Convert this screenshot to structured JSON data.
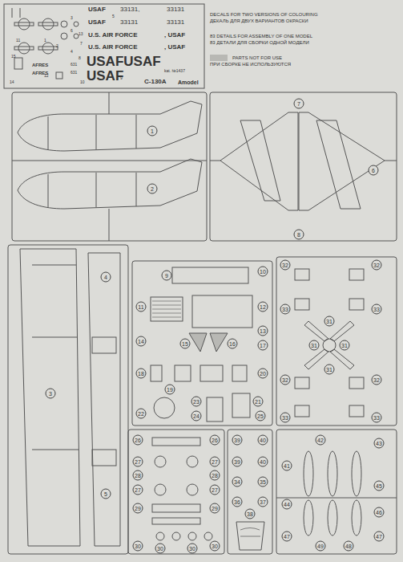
{
  "diagram": {
    "labels": [
      "USAF",
      "33131,",
      "33131",
      "USAF",
      "33131",
      "33131",
      "U.S. AIR FORCE",
      ", USAF",
      "U.S. AIR FORCE",
      ", USAF",
      "USAFUSAF",
      "USAF",
      "kat. №1437",
      "C-130A",
      "Amodel",
      "AFRES",
      "AFRES",
      "631",
      "631",
      "11",
      "1",
      "2",
      "3",
      "4",
      "5",
      "6",
      "7",
      "8",
      "9",
      "10",
      "12",
      "13",
      "14",
      "15",
      "DECALS FOR TWO VERSIONS OF COLOURING",
      "ДЕКАЛЬ ДЛЯ ДВУХ ВАРИАНТОВ ОКРАСКИ",
      "83 DETAILS FOR ASSEMBLY OF ONE MODEL",
      "83 ДЕТАЛИ ДЛЯ СБОРКИ ОДНОЙ МОДЕЛИ",
      "ПРИ СБОРКЕ НЕ ИСПОЛЬЗУЮТСЯ",
      "1",
      "2",
      "7",
      "6",
      "8",
      "3",
      "4",
      "5",
      "9",
      "10",
      "11",
      "12",
      "13",
      "14",
      "15",
      "16",
      "17",
      "18",
      "19",
      "20",
      "21",
      "22",
      "23",
      "24",
      "25",
      "32",
      "32",
      "33",
      "33",
      "31",
      "31",
      "31",
      "31",
      "32",
      "32",
      "33",
      "33",
      "26",
      "26",
      "27",
      "27",
      "27",
      "27",
      "28",
      "28",
      "29",
      "29",
      "30",
      "30",
      "30",
      "30",
      "39",
      "40",
      "39",
      "40",
      "34",
      "35",
      "36",
      "37",
      "38",
      "41",
      "42",
      "43",
      "44",
      "45",
      "46",
      "47",
      "47",
      "48",
      "49"
    ],
    "legend": [
      {
        "text": "PARTS NOT FOR USE",
        "color": "#b8b8b4"
      }
    ]
  }
}
